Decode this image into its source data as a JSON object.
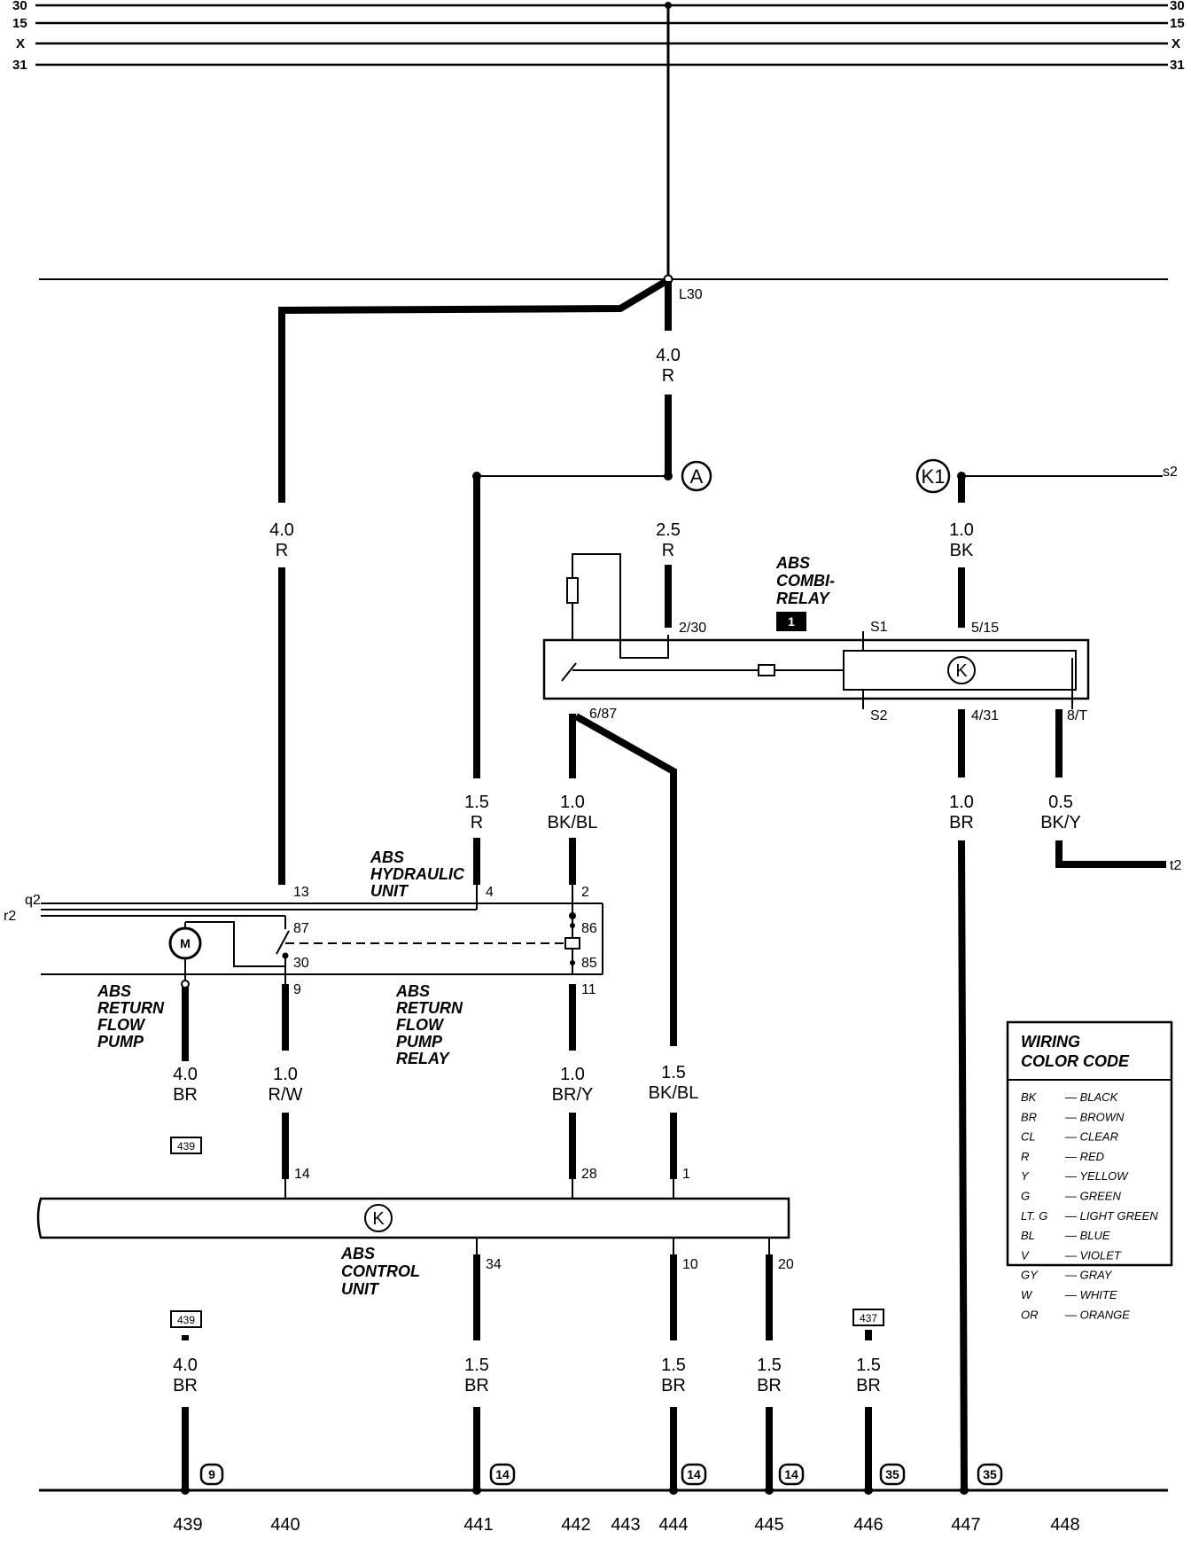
{
  "bus": {
    "line_30": "30",
    "line_15": "15",
    "line_x": "X",
    "line_31": "31"
  },
  "splice": {
    "l30": "L30"
  },
  "connectors": {
    "a": "A",
    "k1": "K1",
    "s2": "s2",
    "t2": "t2",
    "q2": "q2",
    "r2": "r2"
  },
  "wires": {
    "main_r": {
      "size": "4.0",
      "color": "R"
    },
    "left_r": {
      "size": "4.0",
      "color": "R"
    },
    "relay_feed_r": {
      "size": "2.5",
      "color": "R"
    },
    "k1_bk": {
      "size": "1.0",
      "color": "BK"
    },
    "pin4_r": {
      "size": "1.5",
      "color": "R"
    },
    "pin2_bkbl": {
      "size": "1.0",
      "color": "BK/BL"
    },
    "ground_br": {
      "size": "1.0",
      "color": "BR"
    },
    "pin8t_bky": {
      "size": "0.5",
      "color": "BK/Y"
    },
    "pump_br": {
      "size": "4.0",
      "color": "BR"
    },
    "pin9_rw": {
      "size": "1.0",
      "color": "R/W"
    },
    "pin11_bry": {
      "size": "1.0",
      "color": "BR/Y"
    },
    "cu1_bkbl": {
      "size": "1.5",
      "color": "BK/BL"
    },
    "gnd439_br": {
      "size": "4.0",
      "color": "BR"
    },
    "cu34_br": {
      "size": "1.5",
      "color": "BR"
    },
    "cu10_br": {
      "size": "1.5",
      "color": "BR"
    },
    "cu20_br": {
      "size": "1.5",
      "color": "BR"
    },
    "gnd446_br": {
      "size": "1.5",
      "color": "BR"
    }
  },
  "components": {
    "combi_relay": {
      "line1": "ABS",
      "line2": "COMBI-",
      "line3": "RELAY",
      "badge": "1"
    },
    "hydraulic_unit": {
      "line1": "ABS",
      "line2": "HYDRAULIC",
      "line3": "UNIT"
    },
    "pump": {
      "line1": "ABS",
      "line2": "RETURN",
      "line3": "FLOW",
      "line4": "PUMP"
    },
    "pump_relay": {
      "line1": "ABS",
      "line2": "RETURN",
      "line3": "FLOW",
      "line4": "PUMP",
      "line5": "RELAY"
    },
    "control_unit": {
      "line1": "ABS",
      "line2": "CONTROL",
      "line3": "UNIT"
    },
    "k_symbol": "K",
    "motor_symbol": "M"
  },
  "pins": {
    "p2_30": "2/30",
    "s1": "S1",
    "p5_15": "5/15",
    "p6_87": "6/87",
    "s2": "S2",
    "p4_31": "4/31",
    "p8_t": "8/T",
    "h13": "13",
    "h4": "4",
    "h2": "2",
    "h87": "87",
    "h86": "86",
    "h30": "30",
    "h85": "85",
    "h9": "9",
    "h11": "11",
    "c14": "14",
    "c28": "28",
    "c1": "1",
    "c34": "34",
    "c10": "10",
    "c20": "20"
  },
  "refs": {
    "r439a": "439",
    "r439b": "439",
    "r437": "437"
  },
  "grounds": {
    "g9": "9",
    "g14a": "14",
    "g14b": "14",
    "g14c": "14",
    "g35a": "35",
    "g35b": "35"
  },
  "grid": [
    "439",
    "440",
    "441",
    "442",
    "443",
    "444",
    "445",
    "446",
    "447",
    "448"
  ],
  "legend": {
    "title1": "WIRING",
    "title2": "COLOR CODE",
    "items": [
      {
        "code": "BK",
        "name": "BLACK"
      },
      {
        "code": "BR",
        "name": "BROWN"
      },
      {
        "code": "CL",
        "name": "CLEAR"
      },
      {
        "code": "R",
        "name": "RED"
      },
      {
        "code": "Y",
        "name": "YELLOW"
      },
      {
        "code": "G",
        "name": "GREEN"
      },
      {
        "code": "LT. G",
        "name": "LIGHT GREEN"
      },
      {
        "code": "BL",
        "name": "BLUE"
      },
      {
        "code": "V",
        "name": "VIOLET"
      },
      {
        "code": "GY",
        "name": "GRAY"
      },
      {
        "code": "W",
        "name": "WHITE"
      },
      {
        "code": "OR",
        "name": "ORANGE"
      }
    ]
  }
}
